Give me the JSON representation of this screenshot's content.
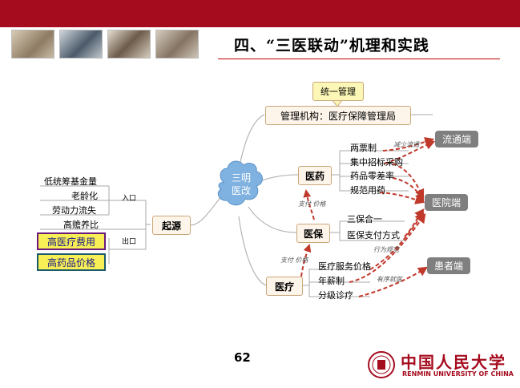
{
  "slide": {
    "title": "四、“三医联动”机理和实践",
    "page_number": "62"
  },
  "center": {
    "label_line1": "三明",
    "label_line2": "医改"
  },
  "origin": {
    "label": "起源",
    "in_label": "入口",
    "out_label": "出口",
    "inputs": [
      "低统筹基金量",
      "老龄化",
      "劳动力流失",
      "高赡养比"
    ],
    "outputs": [
      "高医疗费用",
      "高药品价格"
    ]
  },
  "management": {
    "label": "管理机构：医疗保障管理局",
    "callout": "统一管理"
  },
  "pharma": {
    "label": "医药",
    "items": [
      "两票制",
      "集中招标采购",
      "药品零差率",
      "规范用药"
    ]
  },
  "insurance": {
    "label": "医保",
    "items": [
      "三保合一",
      "医保支付方式"
    ]
  },
  "medical": {
    "label": "医疗",
    "items": [
      "医疗服务价格",
      "年薪制",
      "分级诊疗"
    ]
  },
  "targets": {
    "distribution": "流通端",
    "hospital": "医院端",
    "patient": "患者端"
  },
  "arrow_labels": {
    "reduce_links": "减少流通",
    "pay_price_1": "支付 价格",
    "pay_price_2": "支付 价格",
    "behavior": "行为规范",
    "ordered_care": "有序就医"
  },
  "logo": {
    "name_cn": "中国人民大学",
    "name_en": "RENMIN UNIVERSITY OF CHINA"
  },
  "colors": {
    "top_bar": "#a50c1e",
    "arrow": "#c0392b",
    "cloud": "#7fb2e0",
    "node_border": "#c9a77c",
    "highlight": "#f7ef55",
    "highlight_border": "#6b1a7a"
  }
}
